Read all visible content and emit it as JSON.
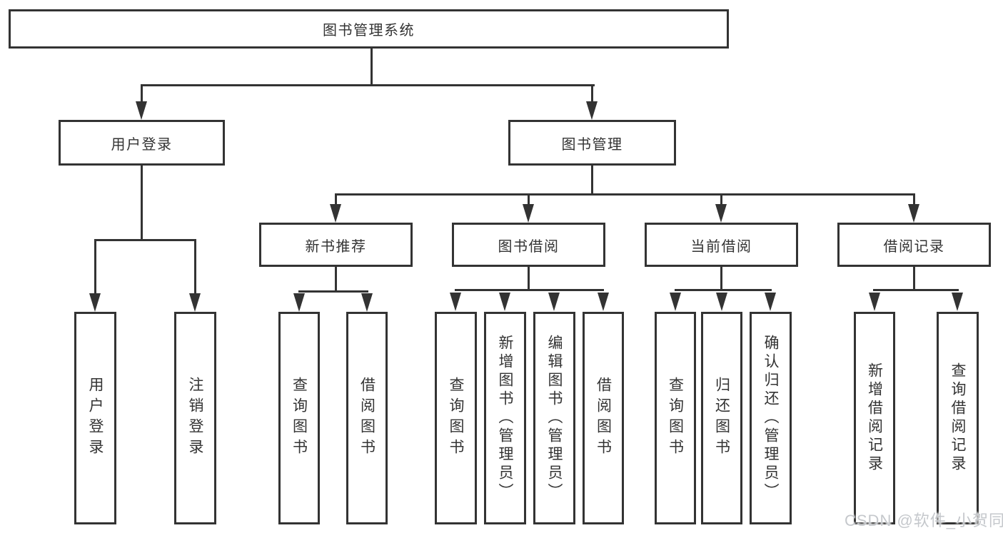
{
  "diagram": {
    "root": {
      "label": "图书管理系统"
    },
    "branches": [
      {
        "label": "用户登录",
        "children": [
          {
            "label": "用户登录"
          },
          {
            "label": "注销登录"
          }
        ]
      },
      {
        "label": "图书管理",
        "children": [
          {
            "label": "新书推荐",
            "children": [
              {
                "label": "查询图书"
              },
              {
                "label": "借阅图书"
              }
            ]
          },
          {
            "label": "图书借阅",
            "children": [
              {
                "label": "查询图书"
              },
              {
                "label": "新增图书（管理员）"
              },
              {
                "label": "编辑图书（管理员）"
              },
              {
                "label": "借阅图书"
              }
            ]
          },
          {
            "label": "当前借阅",
            "children": [
              {
                "label": "查询图书"
              },
              {
                "label": "归还图书"
              },
              {
                "label": "确认归还（管理员）"
              }
            ]
          },
          {
            "label": "借阅记录",
            "children": [
              {
                "label": "新增借阅记录"
              },
              {
                "label": "查询借阅记录"
              }
            ]
          }
        ]
      }
    ],
    "watermark": "CSDN @软件_小贺同学",
    "colors": {
      "line": "#333333",
      "text": "#333333",
      "watermark": "#c5c8cc",
      "background": "#ffffff"
    }
  }
}
